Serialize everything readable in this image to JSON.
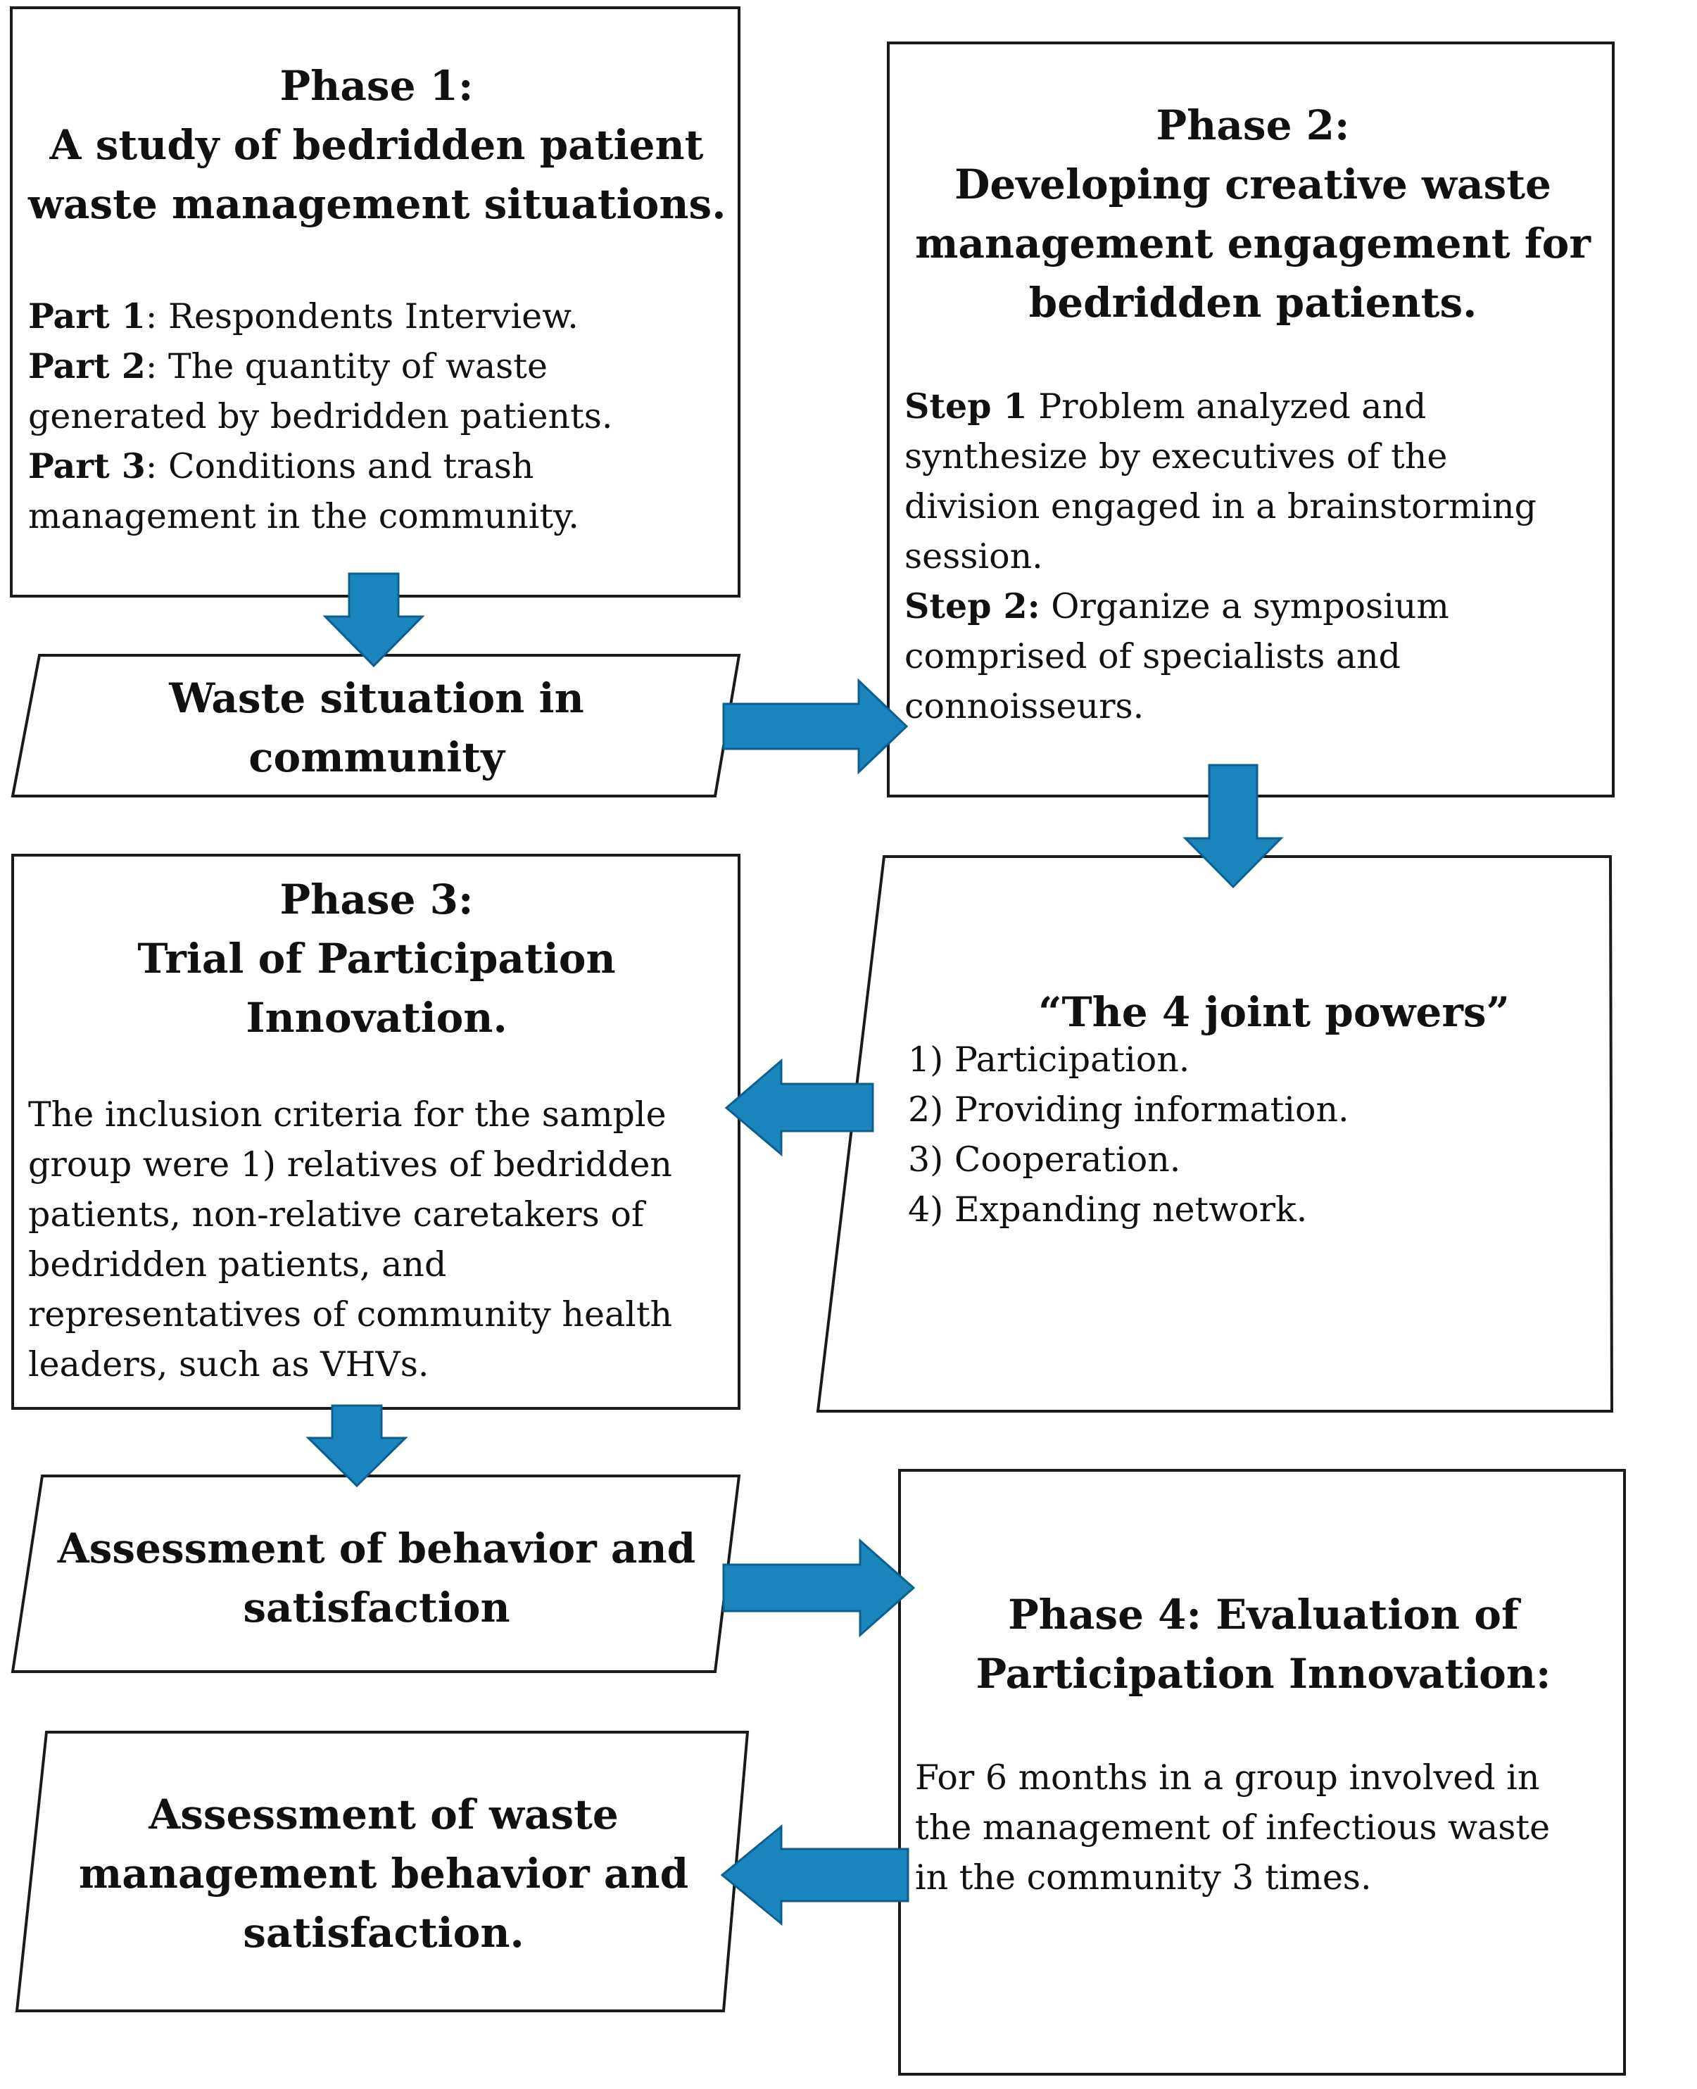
{
  "phase1": {
    "title": [
      "Phase 1:",
      "A study of bedridden patient",
      "waste management situations."
    ],
    "parts": [
      {
        "label": "Part 1",
        "text": ": Respondents Interview."
      },
      {
        "label": "Part 2",
        "text": ": The quantity of waste"
      },
      {
        "label": "",
        "text": "generated by bedridden patients."
      },
      {
        "label": "Part 3",
        "text": ": Conditions and trash"
      },
      {
        "label": "",
        "text": "management in the community."
      }
    ]
  },
  "waste_situation": {
    "lines": [
      "Waste situation in",
      "community"
    ]
  },
  "phase2": {
    "title": [
      "Phase 2:",
      "Developing creative waste",
      "management engagement for",
      "bedridden patients."
    ],
    "steps": [
      {
        "label": "Step 1",
        "text": " Problem analyzed  and"
      },
      {
        "label": "",
        "text": "synthesize by executives of the"
      },
      {
        "label": "",
        "text": "division engaged in a brainstorming"
      },
      {
        "label": "",
        "text": "session."
      },
      {
        "label": "Step 2:",
        "text": " Organize a symposium"
      },
      {
        "label": "",
        "text": "comprised of specialists and"
      },
      {
        "label": "",
        "text": "connoisseurs."
      }
    ]
  },
  "joint_powers": {
    "title": "“The 4 joint powers”",
    "items": [
      "1) Participation.",
      "2) Providing information.",
      "3) Cooperation.",
      "4) Expanding network."
    ]
  },
  "phase3": {
    "title": [
      "Phase 3:",
      "Trial of Participation",
      "Innovation."
    ],
    "body": [
      "The inclusion criteria for the sample",
      "group were 1) relatives of bedridden",
      "patients, non-relative caretakers of",
      "bedridden patients, and",
      "representatives of community health",
      "leaders, such as VHVs."
    ]
  },
  "assessment1": {
    "lines": [
      "Assessment of behavior and",
      "satisfaction"
    ]
  },
  "phase4": {
    "title": [
      "Phase 4: Evaluation of",
      "Participation Innovation:"
    ],
    "body": [
      "For 6 months in a group involved in",
      "the management of infectious waste",
      "in the community 3 times."
    ]
  },
  "assessment2": {
    "lines": [
      "Assessment of waste",
      "management  behavior and",
      "satisfaction."
    ]
  },
  "colors": {
    "arrow": "#1a86bd",
    "arrow_stroke": "#0f5f8c",
    "border": "#1a1a1a"
  }
}
